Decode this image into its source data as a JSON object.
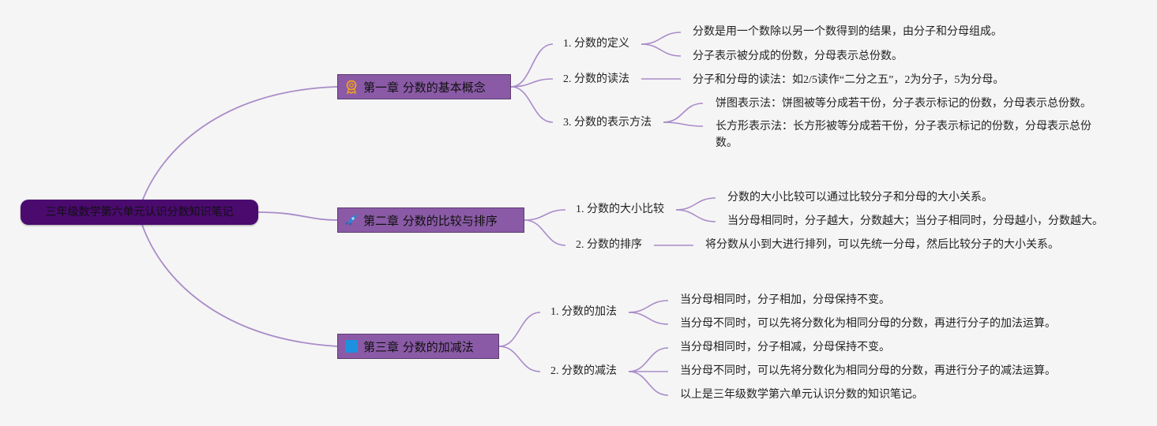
{
  "root": {
    "title": "三年级数学第六单元认识分数知识笔记"
  },
  "colors": {
    "line": "#a98bc8",
    "chapter_bg": "#8a5aa6",
    "root_bg": "#4a0a6e"
  },
  "chapters": [
    {
      "title": "第一章 分数的基本概念",
      "icon": "award-ribbon-icon",
      "sections": [
        {
          "label": "1. 分数的定义",
          "leaves": [
            "分数是用一个数除以另一个数得到的结果，由分子和分母组成。",
            "分子表示被分成的份数，分母表示总份数。"
          ]
        },
        {
          "label": "2. 分数的读法",
          "leaves": [
            "分子和分母的读法：如2/5读作“二分之五”，2为分子，5为分母。"
          ]
        },
        {
          "label": "3. 分数的表示方法",
          "leaves": [
            "饼图表示法：饼图被等分成若干份，分子表示标记的份数，分母表示总份数。",
            "长方形表示法：长方形被等分成若干份，分子表示标记的份数，分母表示总份数。"
          ]
        }
      ]
    },
    {
      "title": "第二章 分数的比较与排序",
      "icon": "rocket-icon",
      "sections": [
        {
          "label": "1. 分数的大小比较",
          "leaves": [
            "分数的大小比较可以通过比较分子和分母的大小关系。",
            "当分母相同时，分子越大，分数越大；当分子相同时，分母越小，分数越大。"
          ]
        },
        {
          "label": "2. 分数的排序",
          "leaves": [
            "将分数从小到大进行排列，可以先统一分母，然后比较分子的大小关系。"
          ]
        }
      ]
    },
    {
      "title": "第三章 分数的加减法",
      "icon": "blue-square-icon",
      "sections": [
        {
          "label": "1. 分数的加法",
          "leaves": [
            "当分母相同时，分子相加，分母保持不变。",
            "当分母不同时，可以先将分数化为相同分母的分数，再进行分子的加法运算。"
          ]
        },
        {
          "label": "2. 分数的减法",
          "leaves": [
            "当分母相同时，分子相减，分母保持不变。",
            "当分母不同时，可以先将分数化为相同分母的分数，再进行分子的减法运算。",
            "以上是三年级数学第六单元认识分数的知识笔记。"
          ]
        }
      ]
    }
  ]
}
